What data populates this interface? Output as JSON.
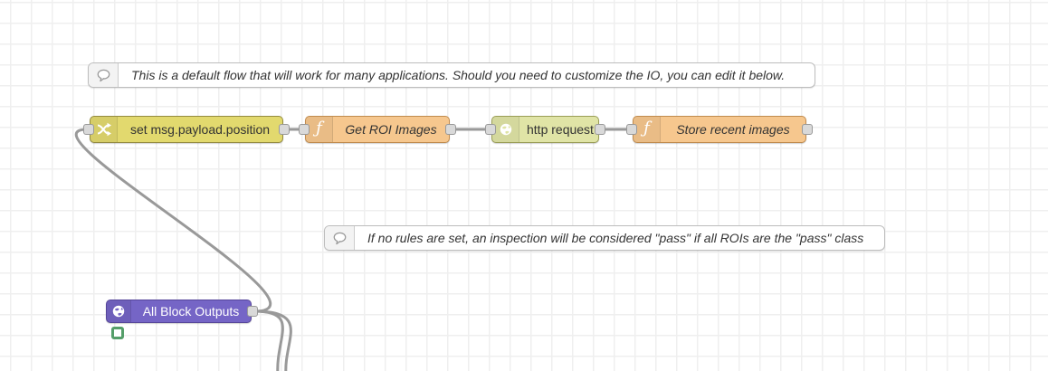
{
  "comments": [
    {
      "text": "This is a default flow that will work for many applications. Should you need to customize the IO, you can edit it below."
    },
    {
      "text": "If no rules are set, an inspection will be considered \"pass\" if all ROIs are the \"pass\" class"
    }
  ],
  "nodes": [
    {
      "id": "set-position",
      "label": "set msg.payload.position",
      "type": "change",
      "color": "#e2d96e",
      "icon": "shuffle-icon"
    },
    {
      "id": "get-roi",
      "label": "Get ROI Images",
      "type": "function",
      "color": "#f6c78e",
      "icon": "function-icon"
    },
    {
      "id": "http-request",
      "label": "http request",
      "type": "http request",
      "color": "#e0e4a6",
      "icon": "globe-icon"
    },
    {
      "id": "store-recent",
      "label": "Store recent images",
      "type": "function",
      "color": "#f6c78e",
      "icon": "function-icon"
    },
    {
      "id": "block-outputs",
      "label": "All Block Outputs",
      "type": "output",
      "color": "#7565c6",
      "icon": "globe-icon"
    }
  ],
  "glyphs": {
    "function": "ƒ"
  },
  "status": {
    "shape": "ring",
    "color": "#559e69"
  },
  "wire_color": "#999999"
}
